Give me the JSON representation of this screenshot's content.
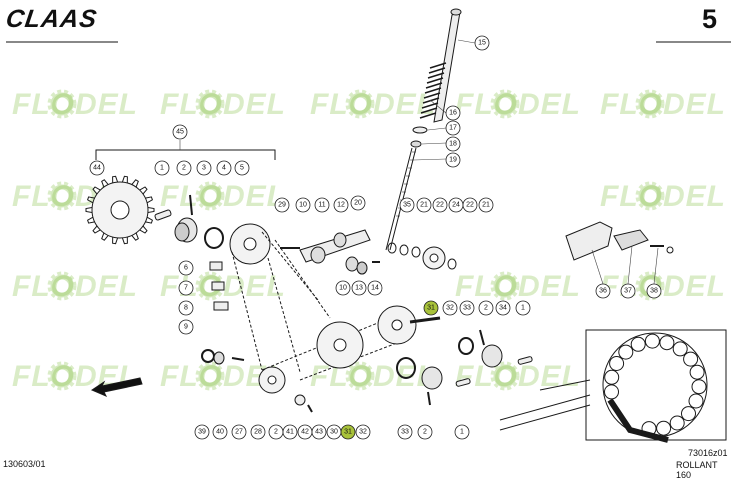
{
  "header": {
    "brand": "CLAAS",
    "page_number": "5"
  },
  "footer": {
    "doc_code": "130603/01",
    "drawing_code": "73016z01",
    "model": "ROLLANT 160"
  },
  "watermark": {
    "text": "FLODEL",
    "color": "#84c046"
  },
  "callouts": [
    {
      "label": "15"
    },
    {
      "label": "16"
    },
    {
      "label": "17"
    },
    {
      "label": "18"
    },
    {
      "label": "19"
    },
    {
      "label": "45"
    },
    {
      "label": "44"
    },
    {
      "label": "1"
    },
    {
      "label": "2"
    },
    {
      "label": "3"
    },
    {
      "label": "4"
    },
    {
      "label": "5"
    },
    {
      "label": "29"
    },
    {
      "label": "10"
    },
    {
      "label": "11"
    },
    {
      "label": "12"
    },
    {
      "label": "20"
    },
    {
      "label": "35"
    },
    {
      "label": "21"
    },
    {
      "label": "22"
    },
    {
      "label": "24"
    },
    {
      "label": "22"
    },
    {
      "label": "21"
    },
    {
      "label": "10"
    },
    {
      "label": "13"
    },
    {
      "label": "14"
    },
    {
      "label": "6"
    },
    {
      "label": "7"
    },
    {
      "label": "8"
    },
    {
      "label": "9"
    },
    {
      "label": "31",
      "highlight": true
    },
    {
      "label": "32"
    },
    {
      "label": "33"
    },
    {
      "label": "2"
    },
    {
      "label": "34"
    },
    {
      "label": "1"
    },
    {
      "label": "36"
    },
    {
      "label": "37"
    },
    {
      "label": "38"
    },
    {
      "label": "39"
    },
    {
      "label": "40"
    },
    {
      "label": "27"
    },
    {
      "label": "28"
    },
    {
      "label": "2"
    },
    {
      "label": "41"
    },
    {
      "label": "42"
    },
    {
      "label": "43"
    },
    {
      "label": "30"
    },
    {
      "label": "31",
      "highlight": true
    },
    {
      "label": "32"
    },
    {
      "label": "33"
    },
    {
      "label": "2"
    },
    {
      "label": "1"
    }
  ]
}
